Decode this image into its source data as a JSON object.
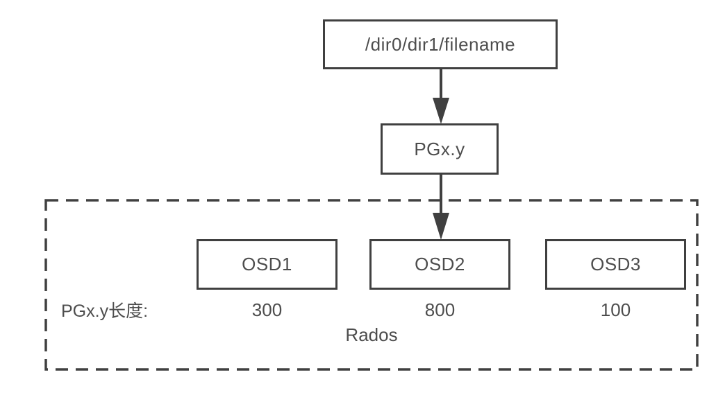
{
  "diagram": {
    "title_hint": "File to PG to OSD mapping (Ceph RADOS)",
    "file_node": {
      "label": "/dir0/dir1/filename"
    },
    "pg_node": {
      "label": "PGx.y"
    },
    "rados_container": {
      "label": "Rados"
    },
    "pg_length_row": {
      "label": "PGx.y长度:"
    },
    "osd_nodes": [
      {
        "label": "OSD1",
        "pg_length": "300"
      },
      {
        "label": "OSD2",
        "pg_length": "800"
      },
      {
        "label": "OSD3",
        "pg_length": "100"
      }
    ],
    "edges": [
      {
        "from": "file_node",
        "to": "pg_node"
      },
      {
        "from": "pg_node",
        "to": "osd_nodes.1"
      }
    ],
    "colors": {
      "line": "#404040",
      "text": "#4d4d4d",
      "background": "#ffffff"
    }
  }
}
